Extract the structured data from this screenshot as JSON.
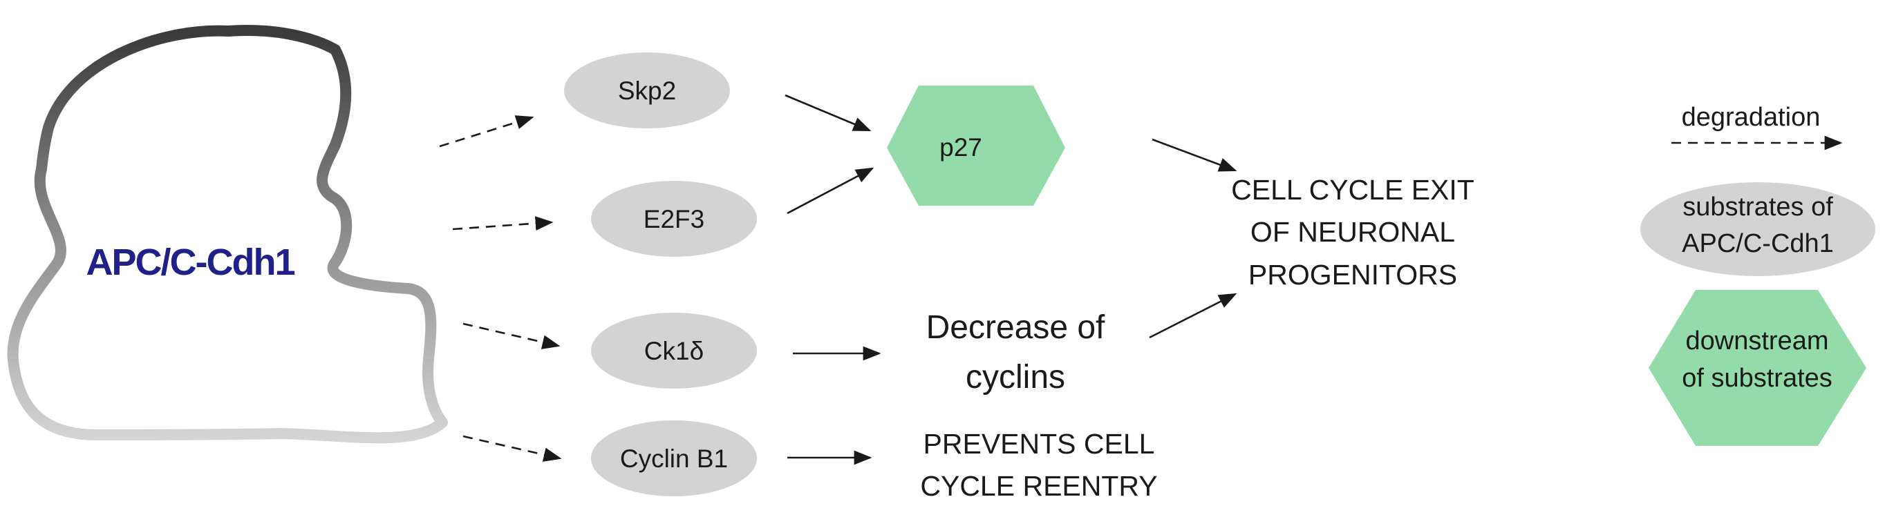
{
  "colors": {
    "substrate_fill": "#d3d3d3",
    "downstream_fill": "#93dba8",
    "apc_text": "#1f2189",
    "outline_dark": "#3a3a3a",
    "outline_light": "#d0d0d0"
  },
  "complex": {
    "label": "APC/C-Cdh1"
  },
  "substrates": {
    "skp2": "Skp2",
    "e2f3": "E2F3",
    "ck1d": "Ck1δ",
    "cyclinb1": "Cyclin B1"
  },
  "downstream": {
    "p27": "p27"
  },
  "outcomes": {
    "decrease_line1": "Decrease of",
    "decrease_line2": "cyclins",
    "exit_line1": "CELL CYCLE EXIT",
    "exit_line2": "OF NEURONAL",
    "exit_line3": "PROGENITORS",
    "prevents_line1": "PREVENTS CELL",
    "prevents_line2": "CYCLE REENTRY"
  },
  "legend": {
    "degradation": "degradation",
    "substrates_line1": "substrates of",
    "substrates_line2": "APC/C-Cdh1",
    "downstream_line1": "downstream",
    "downstream_line2": "of substrates"
  }
}
